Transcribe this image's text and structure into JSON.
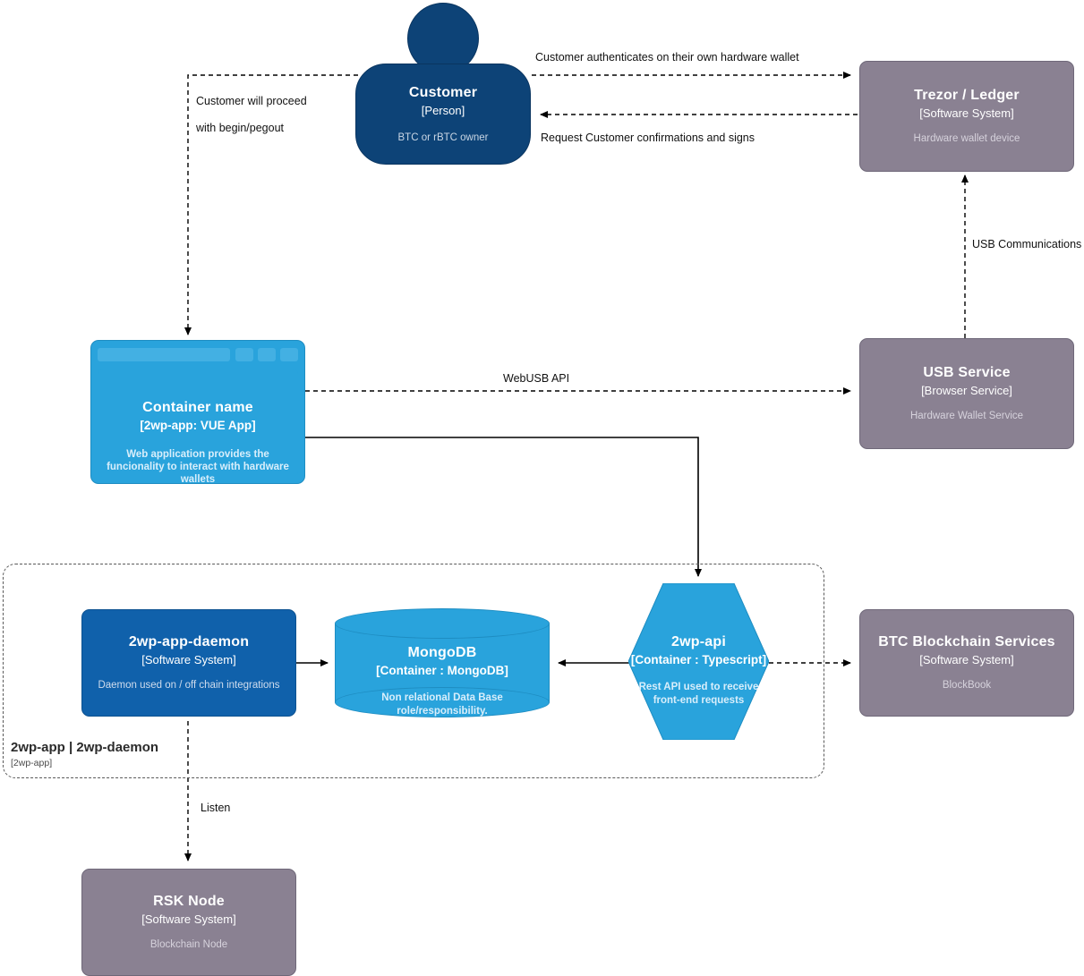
{
  "diagram": {
    "title": "2wp-app container diagram",
    "colors": {
      "person": "#0d4377",
      "software_system": "#8a8192",
      "internal_system": "#1061ab",
      "container": "#29a3dc",
      "edge": "#000000",
      "boundary": "#5a5a5a"
    }
  },
  "nodes": {
    "customer": {
      "name": "Customer",
      "tech": "[Person]",
      "desc": "BTC or rBTC owner"
    },
    "trezor_ledger": {
      "name": "Trezor / Ledger",
      "tech": "[Software System]",
      "desc": "Hardware wallet device"
    },
    "usb_service": {
      "name": "USB Service",
      "tech": "[Browser Service]",
      "desc": "Hardware Wallet Service"
    },
    "vue_app": {
      "name": "Container name",
      "tech": "[2wp-app: VUE App]",
      "desc": "Web application provides the funcionality to interact with hardware wallets"
    },
    "daemon": {
      "name": "2wp-app-daemon",
      "tech": "[Software System]",
      "desc": "Daemon used on / off chain integrations"
    },
    "mongodb": {
      "name": "MongoDB",
      "tech": "[Container : MongoDB]",
      "desc": "Non relational Data Base role/responsibility."
    },
    "api": {
      "name": "2wp-api",
      "tech": "[Container : Typescript]",
      "desc": "Rest API used to receive front-end requests"
    },
    "btc_services": {
      "name": "BTC Blockchain Services",
      "tech": "[Software System]",
      "desc": "BlockBook"
    },
    "rsk_node": {
      "name": "RSK Node",
      "tech": "[Software System]",
      "desc": "Blockchain Node"
    }
  },
  "boundary": {
    "name": "2wp-app | 2wp-daemon",
    "tech": "[2wp-app]"
  },
  "edges": [
    {
      "id": "customer-to-trezor",
      "label": "Customer authenticates on their own hardware wallet",
      "style": "dashed"
    },
    {
      "id": "trezor-to-customer",
      "label": "Request Customer confirmations and signs",
      "style": "dashed"
    },
    {
      "id": "customer-to-app-1",
      "label": "Customer will proceed",
      "style": "dashed"
    },
    {
      "id": "customer-to-app-2",
      "label": "with begin/pegout",
      "style": "dashed"
    },
    {
      "id": "app-to-usb-service",
      "label": "WebUSB API",
      "style": "dashed"
    },
    {
      "id": "usb-service-to-trezor",
      "label": "USB Communications",
      "style": "dashed"
    },
    {
      "id": "app-to-api",
      "label": "",
      "style": "solid"
    },
    {
      "id": "daemon-to-mongodb",
      "label": "",
      "style": "solid"
    },
    {
      "id": "api-to-mongodb",
      "label": "",
      "style": "solid"
    },
    {
      "id": "api-to-btc",
      "label": "",
      "style": "dashed"
    },
    {
      "id": "daemon-to-rsk",
      "label": "Listen",
      "style": "dashed"
    }
  ]
}
